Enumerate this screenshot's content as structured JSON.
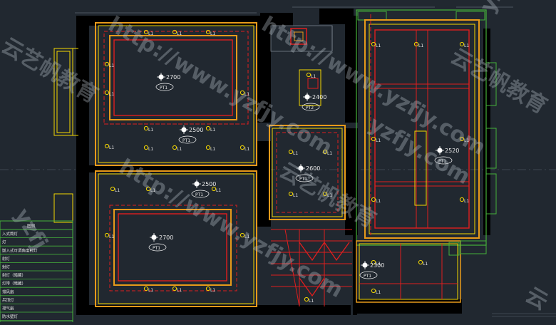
{
  "drawing": {
    "elevations": [
      {
        "id": "room-top-left",
        "level": "2700",
        "tag": "PT1"
      },
      {
        "id": "corridor-left",
        "level": "2500",
        "tag": "PT1"
      },
      {
        "id": "room-bottom-left-upper",
        "level": "2500",
        "tag": "PT1"
      },
      {
        "id": "room-bottom-left",
        "level": "2700",
        "tag": "PT1"
      },
      {
        "id": "center-top",
        "level": "2400",
        "tag": "PT2"
      },
      {
        "id": "center-mid",
        "level": "2600",
        "tag": "PT1"
      },
      {
        "id": "room-right",
        "level": "2520",
        "tag": "PT1"
      },
      {
        "id": "bottom-right",
        "level": "2300",
        "tag": "PT1"
      }
    ],
    "light_label": "L1",
    "legend_header": "图例",
    "legend_rows": [
      "入式筒灯",
      "灯",
      "嵌入式可调角度射灯",
      "射灯",
      "射灯",
      "射灯（暗藏）",
      "灯带（暗藏）",
      "排风扇",
      "吊顶灯",
      "排气扇",
      "防水壁灯"
    ]
  },
  "watermarks": {
    "url": "http://www.yzfjy.com",
    "brand": "云艺帆教育",
    "fragments": [
      "yzfjy",
      "yzfjy.com",
      "yzfj",
      "云艺帆教育",
      "云艺帆教育",
      "yzfjy.com",
      "云艺帆教育",
      "云"
    ]
  },
  "colors": {
    "background": "#212830",
    "wall": "#000000",
    "ceiling_edge": "#f5d800",
    "cove": "#e01e1e",
    "trim": "#e89a1a",
    "green": "#45b23a",
    "grid": "#5b6570"
  }
}
